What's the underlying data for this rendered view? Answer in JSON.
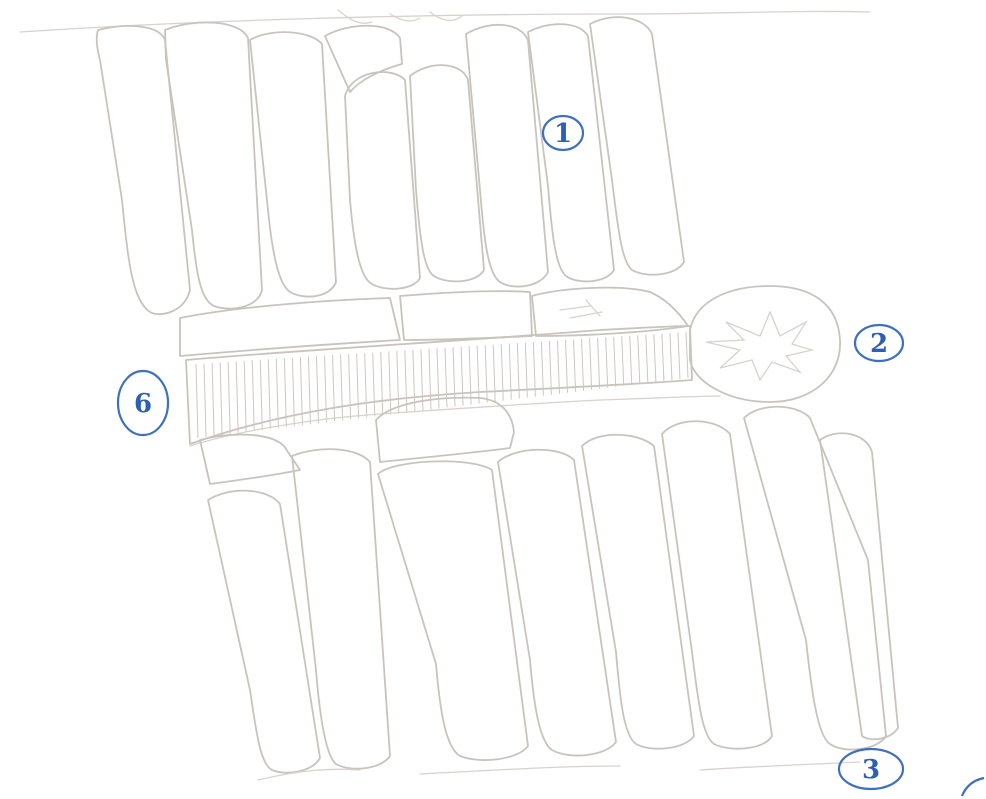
{
  "annotations": [
    {
      "id": "1",
      "text": "1"
    },
    {
      "id": "2",
      "text": "2"
    },
    {
      "id": "3",
      "text": "3"
    },
    {
      "id": "6",
      "text": "6"
    }
  ],
  "colors": {
    "pencil": "#c9c3bd",
    "pen": "#2f5fb4",
    "paper": "#ffffff"
  }
}
